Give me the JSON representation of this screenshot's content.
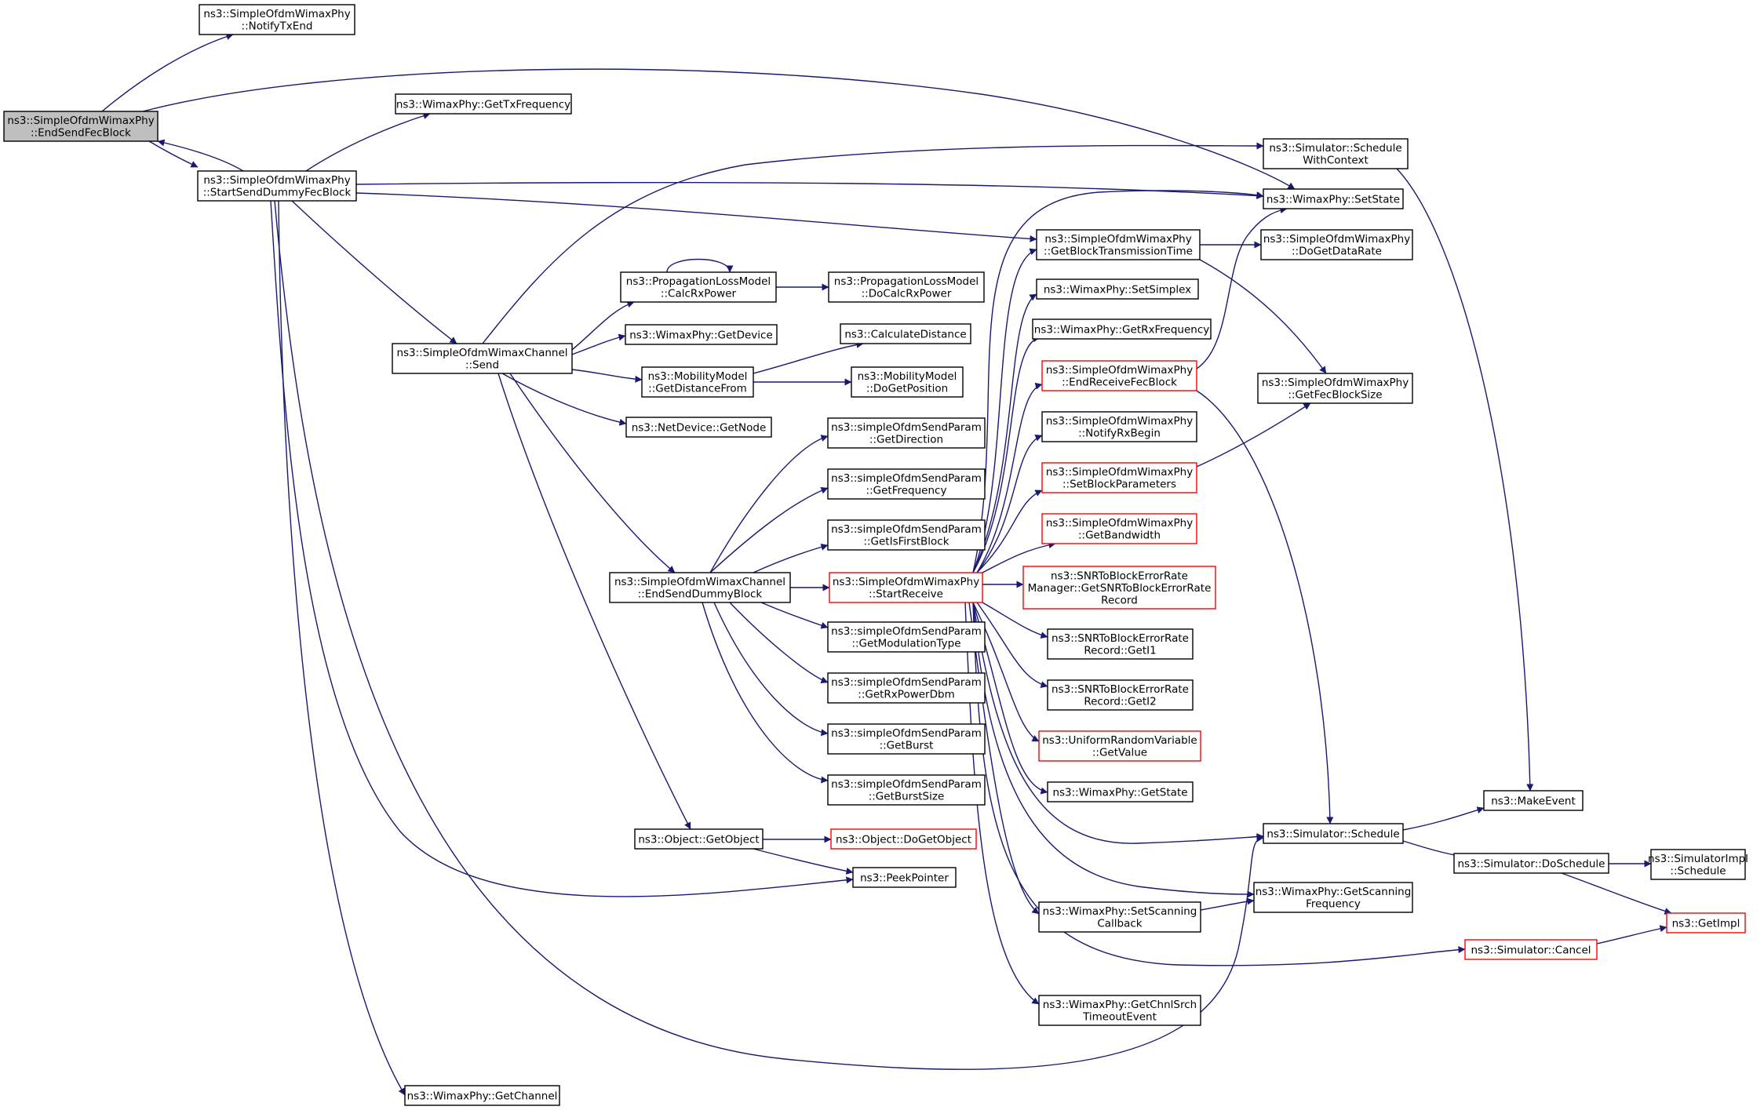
{
  "nodes": [
    {
      "id": "n_endsend",
      "lines": [
        "ns3::SimpleOfdmWimaxPhy",
        "::EndSendFecBlock"
      ],
      "highlight": true
    },
    {
      "id": "n_notifytx",
      "lines": [
        "ns3::SimpleOfdmWimaxPhy",
        "::NotifyTxEnd"
      ]
    },
    {
      "id": "n_startdummy",
      "lines": [
        "ns3::SimpleOfdmWimaxPhy",
        "::StartSendDummyFecBlock"
      ]
    },
    {
      "id": "n_gettxfreq",
      "lines": [
        "ns3::WimaxPhy::GetTxFrequency"
      ]
    },
    {
      "id": "n_schedctx",
      "lines": [
        "ns3::Simulator::Schedule",
        "WithContext"
      ]
    },
    {
      "id": "n_setstate",
      "lines": [
        "ns3::WimaxPhy::SetState"
      ]
    },
    {
      "id": "n_getblocktt",
      "lines": [
        "ns3::SimpleOfdmWimaxPhy",
        "::GetBlockTransmissionTime"
      ]
    },
    {
      "id": "n_dogetdr",
      "lines": [
        "ns3::SimpleOfdmWimaxPhy",
        "::DoGetDataRate"
      ]
    },
    {
      "id": "n_calcrx",
      "lines": [
        "ns3::PropagationLossModel",
        "::CalcRxPower"
      ]
    },
    {
      "id": "n_docalcrx",
      "lines": [
        "ns3::PropagationLossModel",
        "::DoCalcRxPower"
      ]
    },
    {
      "id": "n_setsimplex",
      "lines": [
        "ns3::WimaxPhy::SetSimplex"
      ]
    },
    {
      "id": "n_getrxfreq",
      "lines": [
        "ns3::WimaxPhy::GetRxFrequency"
      ]
    },
    {
      "id": "n_chsend",
      "lines": [
        "ns3::SimpleOfdmWimaxChannel",
        "::Send"
      ]
    },
    {
      "id": "n_getdevice",
      "lines": [
        "ns3::WimaxPhy::GetDevice"
      ]
    },
    {
      "id": "n_calcdist",
      "lines": [
        "ns3::CalculateDistance"
      ]
    },
    {
      "id": "n_getdistfrom",
      "lines": [
        "ns3::MobilityModel",
        "::GetDistanceFrom"
      ]
    },
    {
      "id": "n_dogetpos",
      "lines": [
        "ns3::MobilityModel",
        "::DoGetPosition"
      ]
    },
    {
      "id": "n_endrecv",
      "lines": [
        "ns3::SimpleOfdmWimaxPhy",
        "::EndReceiveFecBlock"
      ],
      "truncated": true
    },
    {
      "id": "n_getfecbs",
      "lines": [
        "ns3::SimpleOfdmWimaxPhy",
        "::GetFecBlockSize"
      ]
    },
    {
      "id": "n_getnode",
      "lines": [
        "ns3::NetDevice::GetNode"
      ]
    },
    {
      "id": "n_getdir",
      "lines": [
        "ns3::simpleOfdmSendParam",
        "::GetDirection"
      ]
    },
    {
      "id": "n_notifyrxb",
      "lines": [
        "ns3::SimpleOfdmWimaxPhy",
        "::NotifyRxBegin"
      ]
    },
    {
      "id": "n_getfreq",
      "lines": [
        "ns3::simpleOfdmSendParam",
        "::GetFrequency"
      ]
    },
    {
      "id": "n_setblockp",
      "lines": [
        "ns3::SimpleOfdmWimaxPhy",
        "::SetBlockParameters"
      ],
      "truncated": true
    },
    {
      "id": "n_getisfirst",
      "lines": [
        "ns3::simpleOfdmSendParam",
        "::GetIsFirstBlock"
      ]
    },
    {
      "id": "n_getbw",
      "lines": [
        "ns3::SimpleOfdmWimaxPhy",
        "::GetBandwidth"
      ],
      "truncated": true
    },
    {
      "id": "n_chenddummy",
      "lines": [
        "ns3::SimpleOfdmWimaxChannel",
        "::EndSendDummyBlock"
      ]
    },
    {
      "id": "n_startrecv",
      "lines": [
        "ns3::SimpleOfdmWimaxPhy",
        "::StartReceive"
      ],
      "truncated": true
    },
    {
      "id": "n_snrmgr",
      "lines": [
        "ns3::SNRToBlockErrorRate",
        "Manager::GetSNRToBlockErrorRate",
        "Record"
      ],
      "truncated": true
    },
    {
      "id": "n_getmod",
      "lines": [
        "ns3::simpleOfdmSendParam",
        "::GetModulationType"
      ]
    },
    {
      "id": "n_geti1",
      "lines": [
        "ns3::SNRToBlockErrorRate",
        "Record::GetI1"
      ]
    },
    {
      "id": "n_getrxpow",
      "lines": [
        "ns3::simpleOfdmSendParam",
        "::GetRxPowerDbm"
      ]
    },
    {
      "id": "n_geti2",
      "lines": [
        "ns3::SNRToBlockErrorRate",
        "Record::GetI2"
      ]
    },
    {
      "id": "n_getburst",
      "lines": [
        "ns3::simpleOfdmSendParam",
        "::GetBurst"
      ]
    },
    {
      "id": "n_urvgetval",
      "lines": [
        "ns3::UniformRandomVariable",
        "::GetValue"
      ],
      "truncated": true
    },
    {
      "id": "n_getburstsz",
      "lines": [
        "ns3::simpleOfdmSendParam",
        "::GetBurstSize"
      ]
    },
    {
      "id": "n_getstate",
      "lines": [
        "ns3::WimaxPhy::GetState"
      ]
    },
    {
      "id": "n_makeevent",
      "lines": [
        "ns3::MakeEvent"
      ]
    },
    {
      "id": "n_getobject",
      "lines": [
        "ns3::Object::GetObject"
      ]
    },
    {
      "id": "n_dogetobj",
      "lines": [
        "ns3::Object::DoGetObject"
      ],
      "truncated": true
    },
    {
      "id": "n_schedule",
      "lines": [
        "ns3::Simulator::Schedule"
      ]
    },
    {
      "id": "n_doschedule",
      "lines": [
        "ns3::Simulator::DoSchedule"
      ]
    },
    {
      "id": "n_implsched",
      "lines": [
        "ns3::SimulatorImpl",
        "::Schedule"
      ]
    },
    {
      "id": "n_peekptr",
      "lines": [
        "ns3::PeekPointer"
      ]
    },
    {
      "id": "n_getscanf",
      "lines": [
        "ns3::WimaxPhy::GetScanning",
        "Frequency"
      ]
    },
    {
      "id": "n_setscancb",
      "lines": [
        "ns3::WimaxPhy::SetScanning",
        "Callback"
      ]
    },
    {
      "id": "n_getimpl",
      "lines": [
        "ns3::GetImpl"
      ],
      "truncated": true
    },
    {
      "id": "n_cancel",
      "lines": [
        "ns3::Simulator::Cancel"
      ],
      "truncated": true
    },
    {
      "id": "n_getchnlto",
      "lines": [
        "ns3::WimaxPhy::GetChnlSrch",
        "TimeoutEvent"
      ]
    },
    {
      "id": "n_getchannel",
      "lines": [
        "ns3::WimaxPhy::GetChannel"
      ]
    }
  ],
  "edges": [
    [
      "n_endsend",
      "n_notifytx"
    ],
    [
      "n_endsend",
      "n_setstate"
    ],
    [
      "n_endsend",
      "n_startdummy"
    ],
    [
      "n_startdummy",
      "n_endsend"
    ],
    [
      "n_startdummy",
      "n_gettxfreq"
    ],
    [
      "n_startdummy",
      "n_setstate"
    ],
    [
      "n_startdummy",
      "n_getblocktt"
    ],
    [
      "n_startdummy",
      "n_chsend"
    ],
    [
      "n_startdummy",
      "n_peekptr"
    ],
    [
      "n_startdummy",
      "n_schedule"
    ],
    [
      "n_startdummy",
      "n_getchannel"
    ],
    [
      "n_chsend",
      "n_schedctx"
    ],
    [
      "n_chsend",
      "n_calcrx"
    ],
    [
      "n_chsend",
      "n_getdevice"
    ],
    [
      "n_chsend",
      "n_getdistfrom"
    ],
    [
      "n_chsend",
      "n_getnode"
    ],
    [
      "n_chsend",
      "n_chenddummy"
    ],
    [
      "n_chsend",
      "n_getobject"
    ],
    [
      "n_calcrx",
      "n_calcrx"
    ],
    [
      "n_calcrx",
      "n_docalcrx"
    ],
    [
      "n_getdistfrom",
      "n_calcdist"
    ],
    [
      "n_getdistfrom",
      "n_dogetpos"
    ],
    [
      "n_chenddummy",
      "n_getdir"
    ],
    [
      "n_chenddummy",
      "n_getfreq"
    ],
    [
      "n_chenddummy",
      "n_getisfirst"
    ],
    [
      "n_chenddummy",
      "n_startrecv"
    ],
    [
      "n_chenddummy",
      "n_getmod"
    ],
    [
      "n_chenddummy",
      "n_getrxpow"
    ],
    [
      "n_chenddummy",
      "n_getburst"
    ],
    [
      "n_chenddummy",
      "n_getburstsz"
    ],
    [
      "n_startrecv",
      "n_setstate"
    ],
    [
      "n_startrecv",
      "n_getblocktt"
    ],
    [
      "n_startrecv",
      "n_setsimplex"
    ],
    [
      "n_startrecv",
      "n_getrxfreq"
    ],
    [
      "n_startrecv",
      "n_endrecv"
    ],
    [
      "n_startrecv",
      "n_notifyrxb"
    ],
    [
      "n_startrecv",
      "n_setblockp"
    ],
    [
      "n_startrecv",
      "n_getbw"
    ],
    [
      "n_startrecv",
      "n_snrmgr"
    ],
    [
      "n_startrecv",
      "n_geti1"
    ],
    [
      "n_startrecv",
      "n_geti2"
    ],
    [
      "n_startrecv",
      "n_urvgetval"
    ],
    [
      "n_startrecv",
      "n_getstate"
    ],
    [
      "n_startrecv",
      "n_schedule"
    ],
    [
      "n_startrecv",
      "n_getscanf"
    ],
    [
      "n_startrecv",
      "n_setscancb"
    ],
    [
      "n_startrecv",
      "n_cancel"
    ],
    [
      "n_startrecv",
      "n_getchnlto"
    ],
    [
      "n_getblocktt",
      "n_dogetdr"
    ],
    [
      "n_getblocktt",
      "n_getfecbs"
    ],
    [
      "n_endrecv",
      "n_setstate"
    ],
    [
      "n_endrecv",
      "n_schedule"
    ],
    [
      "n_setblockp",
      "n_getfecbs"
    ],
    [
      "n_schedctx",
      "n_makeevent"
    ],
    [
      "n_schedule",
      "n_makeevent"
    ],
    [
      "n_schedule",
      "n_doschedule"
    ],
    [
      "n_doschedule",
      "n_implsched"
    ],
    [
      "n_doschedule",
      "n_getimpl"
    ],
    [
      "n_cancel",
      "n_getimpl"
    ],
    [
      "n_setscancb",
      "n_getscanf"
    ],
    [
      "n_getobject",
      "n_dogetobj"
    ],
    [
      "n_getobject",
      "n_peekptr"
    ]
  ],
  "colors": {
    "edge": "#191970",
    "node_border": "#000000",
    "truncated_border": "#ff0000",
    "highlight_fill": "#bfbfbf"
  }
}
